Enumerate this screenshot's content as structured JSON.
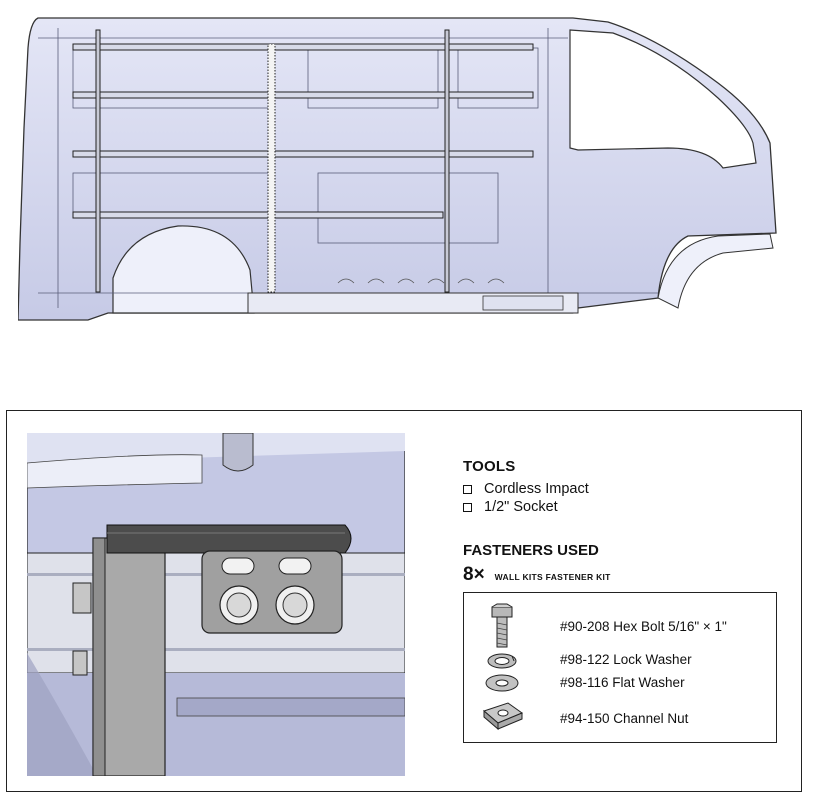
{
  "tools": {
    "title": "TOOLS",
    "items": [
      {
        "label": "Cordless Impact"
      },
      {
        "label": "1/2\" Socket"
      }
    ]
  },
  "fasteners": {
    "title": "FASTENERS USED",
    "kit_quantity": "8×",
    "kit_name": "WALL KITS FASTENER KIT",
    "items": [
      {
        "label": "#90-208 Hex Bolt 5/16\" × 1\"",
        "icon": "hex-bolt-icon"
      },
      {
        "label": "#98-122 Lock Washer",
        "icon": "lock-washer-icon"
      },
      {
        "label": "#98-116 Flat Washer",
        "icon": "flat-washer-icon"
      },
      {
        "label": "#94-150 Channel Nut",
        "icon": "channel-nut-icon"
      }
    ]
  },
  "colors": {
    "panel_blue": "#c9cde8",
    "line_dark": "#333333",
    "metal_gray": "#9a9a9a"
  }
}
